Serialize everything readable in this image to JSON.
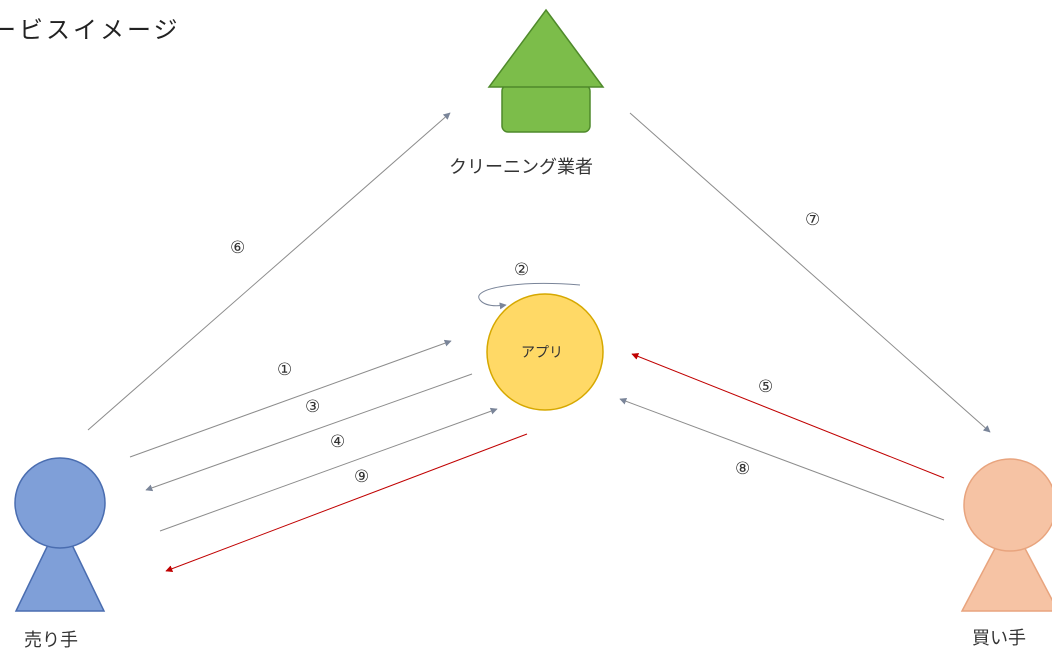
{
  "title": "ービスイメージ",
  "nodes": {
    "cleaning": {
      "label": "クリーニング業者",
      "color": "#7cbd4a",
      "stroke": "#4f8a2b",
      "icon": "house-icon"
    },
    "app": {
      "label": "アプリ",
      "color": "#ffd966",
      "stroke": "#d6a800"
    },
    "seller": {
      "label": "売り手",
      "color": "#7f9fd8",
      "stroke": "#4a6db0",
      "icon": "person-icon"
    },
    "buyer": {
      "label": "買い手",
      "color": "#f6c3a4",
      "stroke": "#e8a47e",
      "icon": "person-icon"
    }
  },
  "steps": {
    "s1": "①",
    "s2": "②",
    "s3": "③",
    "s4": "④",
    "s5": "⑤",
    "s6": "⑥",
    "s7": "⑦",
    "s8": "⑧",
    "s9": "⑨"
  },
  "colors": {
    "arrow_gray": "#8c8c8c",
    "arrow_red": "#c00000"
  }
}
